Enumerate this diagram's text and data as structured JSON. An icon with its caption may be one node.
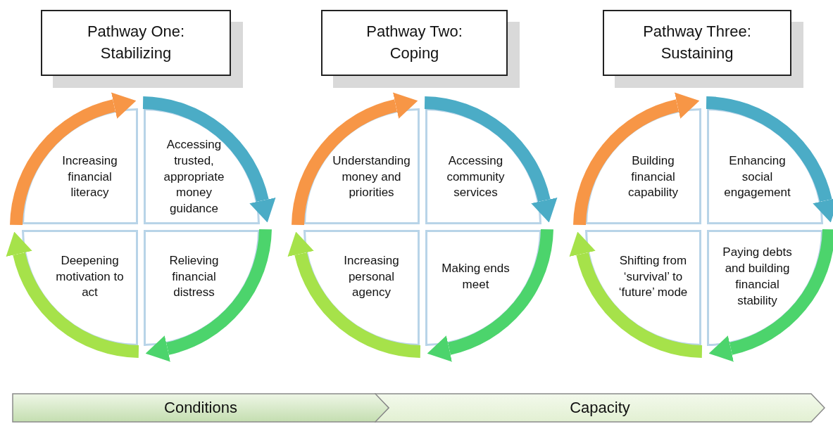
{
  "diagram": {
    "nodes": [
      {
        "text": [
          "Pathway One: Stabilizing"
        ]
      },
      {
        "text": [
          "Pathway Two: Coping"
        ]
      },
      {
        "text": [
          "Pathway Three: Sustaining"
        ]
      },
      {
        "text": [
          "Increasing financial literacy"
        ]
      },
      {
        "text": [
          "Accessing trusted, appropriate money guidance"
        ]
      },
      {
        "text": [
          "Deepening motivation to act"
        ]
      },
      {
        "text": [
          "Relieving financial distress"
        ]
      },
      {
        "text": [
          "Understanding money and priorities"
        ]
      },
      {
        "text": [
          "Accessing community services"
        ]
      },
      {
        "text": [
          "Increasing personal agency"
        ]
      },
      {
        "text": [
          "Making ends meet"
        ]
      },
      {
        "text": [
          "Building financial capability"
        ]
      },
      {
        "text": [
          "Enhancing social engagement"
        ]
      },
      {
        "text": [
          "Shifting from ‘survival’ to ‘future’ mode"
        ]
      },
      {
        "text": [
          "Paying debts and building financial stability"
        ]
      },
      {
        "text": [
          "Conditions"
        ]
      },
      {
        "text": [
          "Capacity"
        ]
      }
    ],
    "edges": [
      {
        "from": 3,
        "to": 4,
        "arrow": "to",
        "color": "#f79646"
      },
      {
        "from": 4,
        "to": 6,
        "arrow": "to",
        "color": "#4bacc6"
      },
      {
        "from": 6,
        "to": 5,
        "arrow": "to",
        "color": "#4cd46c"
      },
      {
        "from": 5,
        "to": 3,
        "arrow": "to",
        "color": "#a6e24a"
      },
      {
        "from": 7,
        "to": 8,
        "arrow": "to",
        "color": "#f79646"
      },
      {
        "from": 8,
        "to": 10,
        "arrow": "to",
        "color": "#4bacc6"
      },
      {
        "from": 10,
        "to": 9,
        "arrow": "to",
        "color": "#4cd46c"
      },
      {
        "from": 9,
        "to": 7,
        "arrow": "to",
        "color": "#a6e24a"
      },
      {
        "from": 11,
        "to": 12,
        "arrow": "to",
        "color": "#f79646"
      },
      {
        "from": 12,
        "to": 14,
        "arrow": "to",
        "color": "#4bacc6"
      },
      {
        "from": 14,
        "to": 13,
        "arrow": "to",
        "color": "#4cd46c"
      },
      {
        "from": 13,
        "to": 11,
        "arrow": "to",
        "color": "#a6e24a"
      }
    ]
  }
}
